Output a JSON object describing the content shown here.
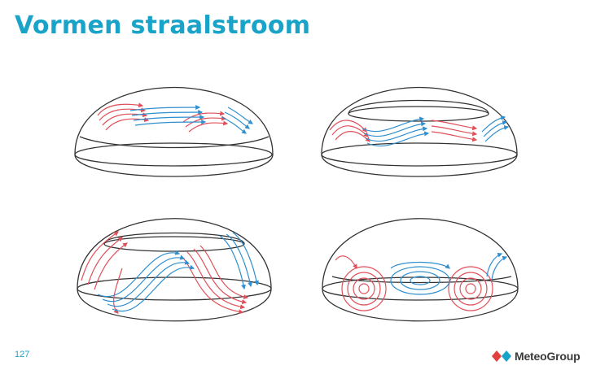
{
  "slide": {
    "title": "Vormen straalstroom",
    "page_number": "127"
  },
  "brand": {
    "name": "MeteoGroup"
  },
  "colors": {
    "title": "#1aa3c8",
    "warm_stream": "#e0505a",
    "cold_stream": "#2f8fcf",
    "outline": "#333333",
    "logo_red": "#e2403f",
    "logo_blue": "#1aa3c8"
  },
  "diagram": {
    "panels": [
      {
        "stage": 1,
        "pattern": "zonal",
        "amplitude": 0.1
      },
      {
        "stage": 2,
        "pattern": "weak-waves",
        "amplitude": 0.35
      },
      {
        "stage": 3,
        "pattern": "strong-meanders",
        "amplitude": 1.0
      },
      {
        "stage": 4,
        "pattern": "cut-off-eddies",
        "amplitude": 1.0
      }
    ]
  }
}
